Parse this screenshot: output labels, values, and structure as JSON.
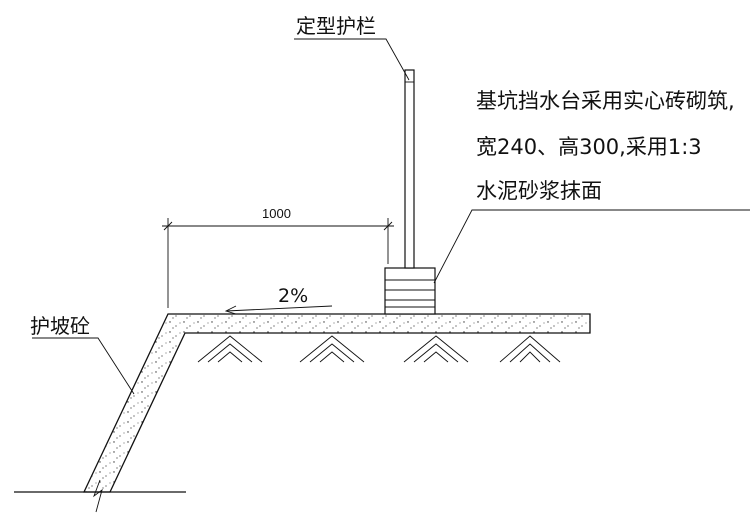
{
  "labels": {
    "railing": "定型护栏",
    "wall_line1": "基坑挡水台采用实心砖砌筑,",
    "wall_line2": "宽240、高300,采用1:3",
    "wall_line3": "水泥砂浆抹面",
    "slope": "护坡砼"
  },
  "dimension": {
    "width": "1000",
    "grade": "2%"
  },
  "colors": {
    "line": "#111111",
    "background": "#ffffff"
  }
}
